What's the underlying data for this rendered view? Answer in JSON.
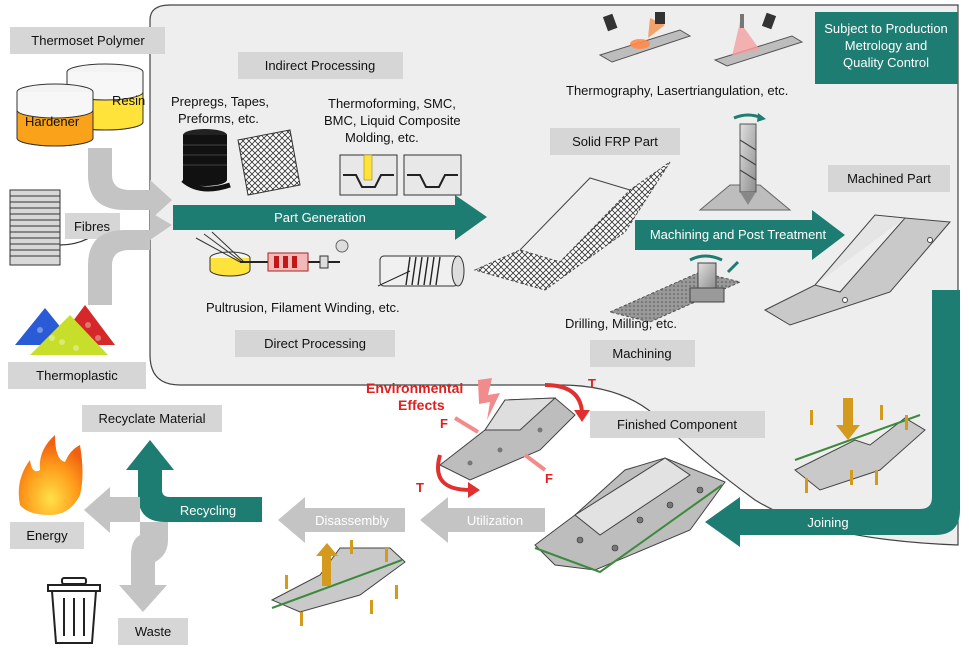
{
  "labels": {
    "thermoset_polymer": "Thermoset Polymer",
    "resin": "Resin",
    "hardener": "Hardener",
    "fibres": "Fibres",
    "thermoplastic": "Thermoplastic",
    "indirect_processing": "Indirect Processing",
    "prepregs": [
      "Prepregs, Tapes,",
      "Preforms, etc."
    ],
    "thermoforming": [
      "Thermoforming, SMC,",
      "BMC, Liquid Composite",
      "Molding, etc."
    ],
    "part_generation": "Part Generation",
    "pultrusion": "Pultrusion, Filament Winding, etc.",
    "direct_processing": "Direct Processing",
    "thermography": "Thermography, Lasertriangulation, etc.",
    "subject_to": [
      "Subject to Production",
      "Metrology and",
      "Quality Control"
    ],
    "solid_frp_part": "Solid FRP Part",
    "machined_part": "Machined Part",
    "machining_post": "Machining and Post Treatment",
    "drilling": "Drilling, Milling, etc.",
    "machining": "Machining",
    "environmental_effects": [
      "Environmental",
      "Effects"
    ],
    "finished_component": "Finished Component",
    "joining": "Joining",
    "utilization": "Utilization",
    "disassembly": "Disassembly",
    "recycling": "Recycling",
    "recyclate_material": "Recyclate Material",
    "energy": "Energy",
    "waste": "Waste",
    "force_f": "F",
    "torque_t": "T"
  },
  "colors": {
    "teal": "#1e7d72",
    "grey_box": "#d6d6d6",
    "grey_arrow": "#c4c4c4",
    "region_fill": "#eeeeee",
    "red": "#e02020"
  }
}
